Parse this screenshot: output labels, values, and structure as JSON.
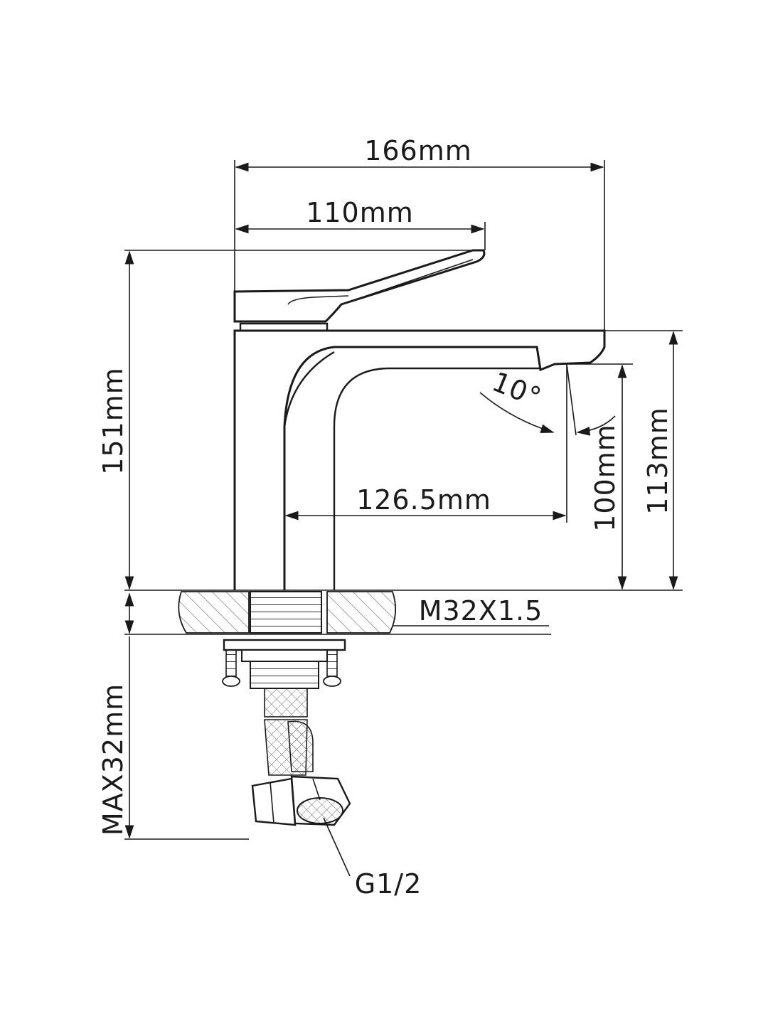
{
  "dimensions": {
    "overall_length": "166mm",
    "handle_length": "110mm",
    "overall_height": "151mm",
    "spout_height": "113mm",
    "outlet_height": "100mm",
    "spout_reach": "126.5mm",
    "spout_angle": "10°",
    "mount_thread": "M32X1.5",
    "max_deck_thickness": "MAX32mm",
    "hose_connection": "G1/2"
  },
  "colors": {
    "line": "#1a1a1a",
    "background": "#ffffff"
  }
}
